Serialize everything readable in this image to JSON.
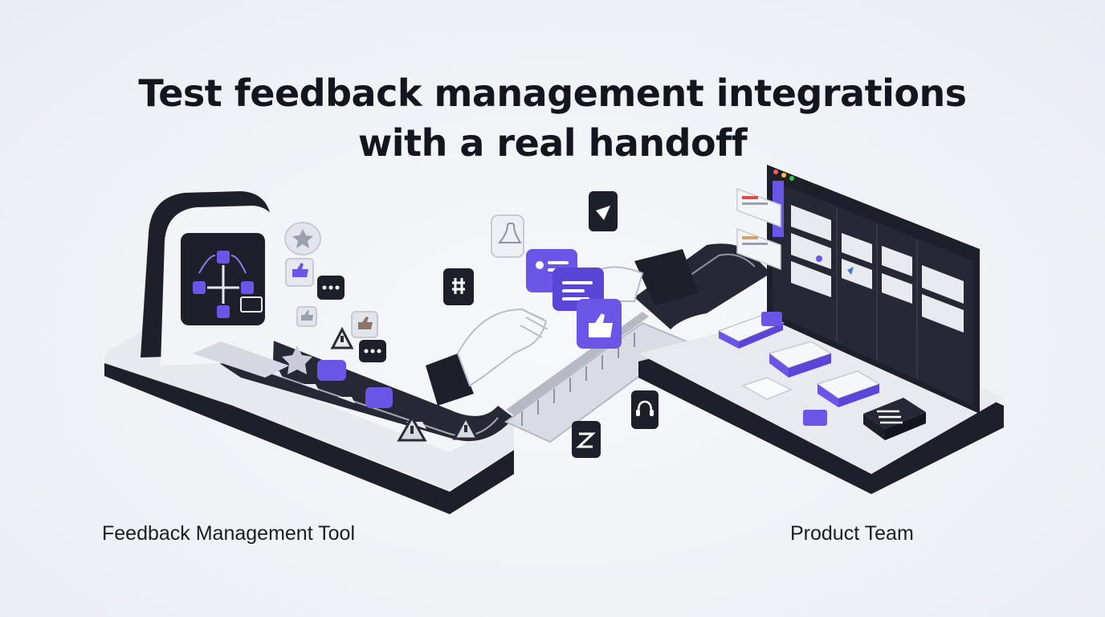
{
  "title": {
    "line1": "Test feedback management integrations",
    "line2": "with a real handoff"
  },
  "labels": {
    "source": "Feedback Management Tool",
    "destination": "Product Team"
  },
  "colors": {
    "accent": "#6b55e6",
    "dark": "#1d1f2b",
    "light": "#ffffff",
    "background": "#f1f3f8"
  },
  "icons": [
    "workflow-hub-icon",
    "star-chat-icon",
    "thumbs-up-icon",
    "chat-dots-icon",
    "bell-icon",
    "slack-icon",
    "zendesk-icon",
    "headset-icon",
    "warning-icon",
    "jira-icon"
  ]
}
